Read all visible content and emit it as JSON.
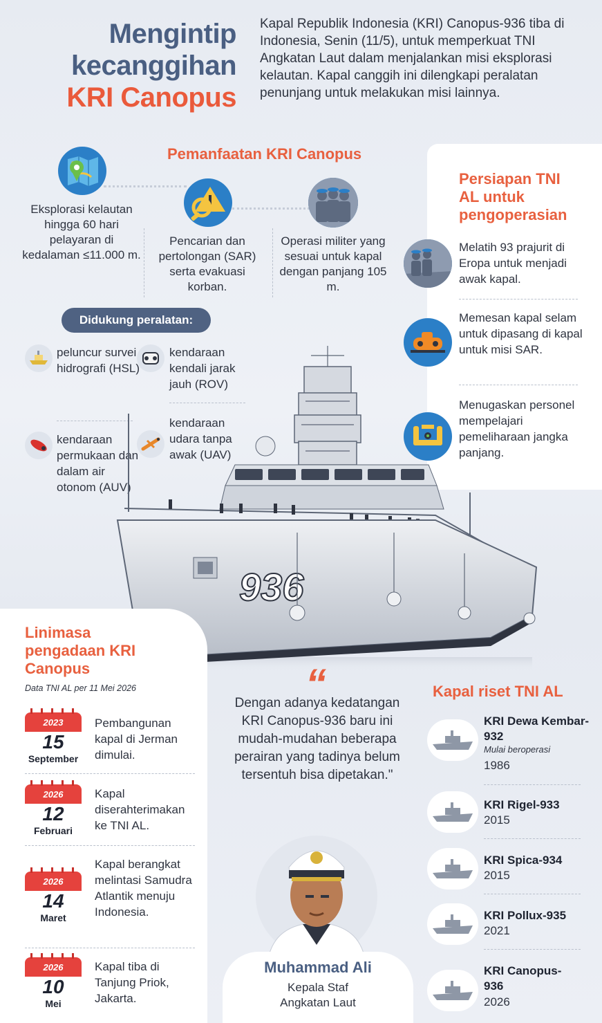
{
  "header": {
    "title_line1": "Mengintip",
    "title_line2": "kecanggihan",
    "title_line3": "KRI Canopus",
    "intro": "Kapal Republik Indonesia (KRI) Canopus-936 tiba di Indonesia, Senin (11/5), untuk memperkuat TNI Angkatan Laut dalam menjalankan misi eksplorasi kelautan. Kapal canggih ini dilengkapi peralatan penunjang untuk melakukan misi lainnya."
  },
  "utilization": {
    "heading": "Pemanfaatan KRI Canopus",
    "items": [
      {
        "icon": "map-pin-icon",
        "text": "Eksplorasi kelautan hingga 60 hari pelayaran di kedalaman ≤11.000 m."
      },
      {
        "icon": "search-warning-icon",
        "text": "Pencarian dan pertolongan (SAR) serta evakuasi korban."
      },
      {
        "icon": "soldiers-icon",
        "text": "Operasi militer yang sesuai untuk kapal dengan panjang 105 m."
      }
    ]
  },
  "equipment": {
    "heading": "Didukung peralatan:",
    "items": [
      {
        "icon": "hsl-boat-icon",
        "text": "peluncur survei hidrografi (HSL)"
      },
      {
        "icon": "rov-icon",
        "text": "kendaraan kendali jarak jauh (ROV)"
      },
      {
        "icon": "auv-icon",
        "text": "kendaraan permukaan dan dalam air otonom (AUV)"
      },
      {
        "icon": "uav-icon",
        "text": "kendaraan udara tanpa awak (UAV)"
      }
    ]
  },
  "preparation": {
    "heading": "Persiapan TNI AL untuk pengoperasian",
    "items": [
      {
        "icon": "soldiers-ship-icon",
        "text": "Melatih 93 prajurit di Eropa untuk menjadi awak kapal."
      },
      {
        "icon": "submarine-icon",
        "text": "Memesan kapal selam untuk dipasang di kapal untuk misi SAR."
      },
      {
        "icon": "maintenance-icon",
        "text": "Menugaskan personel mempelajari pemeliharaan jangka panjang."
      }
    ]
  },
  "ship": {
    "hull_number": "936"
  },
  "timeline": {
    "heading": "Linimasa pengadaan KRI Canopus",
    "note": "Data TNI AL per 11 Mei 2026",
    "events": [
      {
        "year": "2023",
        "day": "15",
        "month": "September",
        "text": "Pembangunan kapal di Jerman dimulai."
      },
      {
        "year": "2026",
        "day": "12",
        "month": "Februari",
        "text": "Kapal diserahterimakan ke TNI AL."
      },
      {
        "year": "2026",
        "day": "14",
        "month": "Maret",
        "text": "Kapal berangkat melintasi Samudra Atlantik menuju Indonesia."
      },
      {
        "year": "2026",
        "day": "10",
        "month": "Mei",
        "text": "Kapal tiba di Tanjung Priok, Jakarta."
      }
    ]
  },
  "quote": {
    "text": "Dengan adanya kedatangan KRI Canopus-936 baru ini mudah-mudahan beberapa perairan yang tadinya belum tersentuh bisa dipetakan.\"",
    "name": "Muhammad Ali",
    "role": "Kepala Staf Angkatan Laut"
  },
  "research_ships": {
    "heading": "Kapal riset TNI AL",
    "items": [
      {
        "name": "KRI Dewa Kembar-932",
        "sub": "Mulai beroperasi",
        "year": "1986"
      },
      {
        "name": "KRI Rigel-933",
        "year": "2015"
      },
      {
        "name": "KRI Spica-934",
        "year": "2015"
      },
      {
        "name": "KRI Pollux-935",
        "year": "2021"
      },
      {
        "name": "KRI Canopus-936",
        "year": "2026"
      }
    ]
  },
  "colors": {
    "accent": "#e8603f",
    "navy": "#4a5f82",
    "blue": "#2b7fc7",
    "red": "#e5423d"
  }
}
